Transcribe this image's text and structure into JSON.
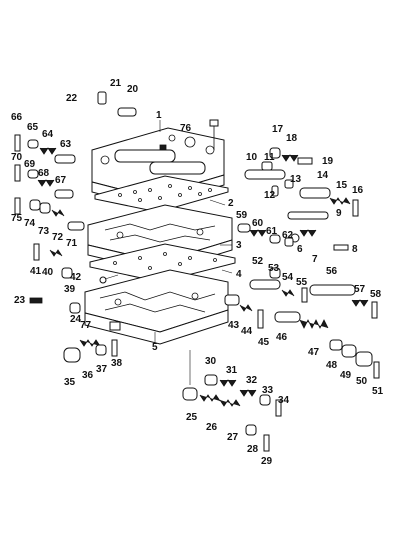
{
  "diagram": {
    "callouts": [
      "1",
      "2",
      "3",
      "4",
      "5",
      "6",
      "7",
      "8",
      "9",
      "10",
      "11",
      "12",
      "13",
      "14",
      "15",
      "16",
      "17",
      "18",
      "19",
      "20",
      "21",
      "22",
      "23",
      "24",
      "25",
      "26",
      "27",
      "28",
      "29",
      "30",
      "31",
      "32",
      "33",
      "34",
      "35",
      "36",
      "37",
      "38",
      "39",
      "40",
      "41",
      "42",
      "43",
      "44",
      "45",
      "46",
      "47",
      "48",
      "49",
      "50",
      "51",
      "52",
      "53",
      "54",
      "55",
      "56",
      "57",
      "58",
      "59",
      "60",
      "61",
      "62",
      "63",
      "64",
      "65",
      "66",
      "67",
      "68",
      "69",
      "70",
      "71",
      "72",
      "73",
      "74",
      "75",
      "76",
      "77"
    ],
    "colors": {
      "line": "#111111",
      "background": "#ffffff"
    }
  }
}
